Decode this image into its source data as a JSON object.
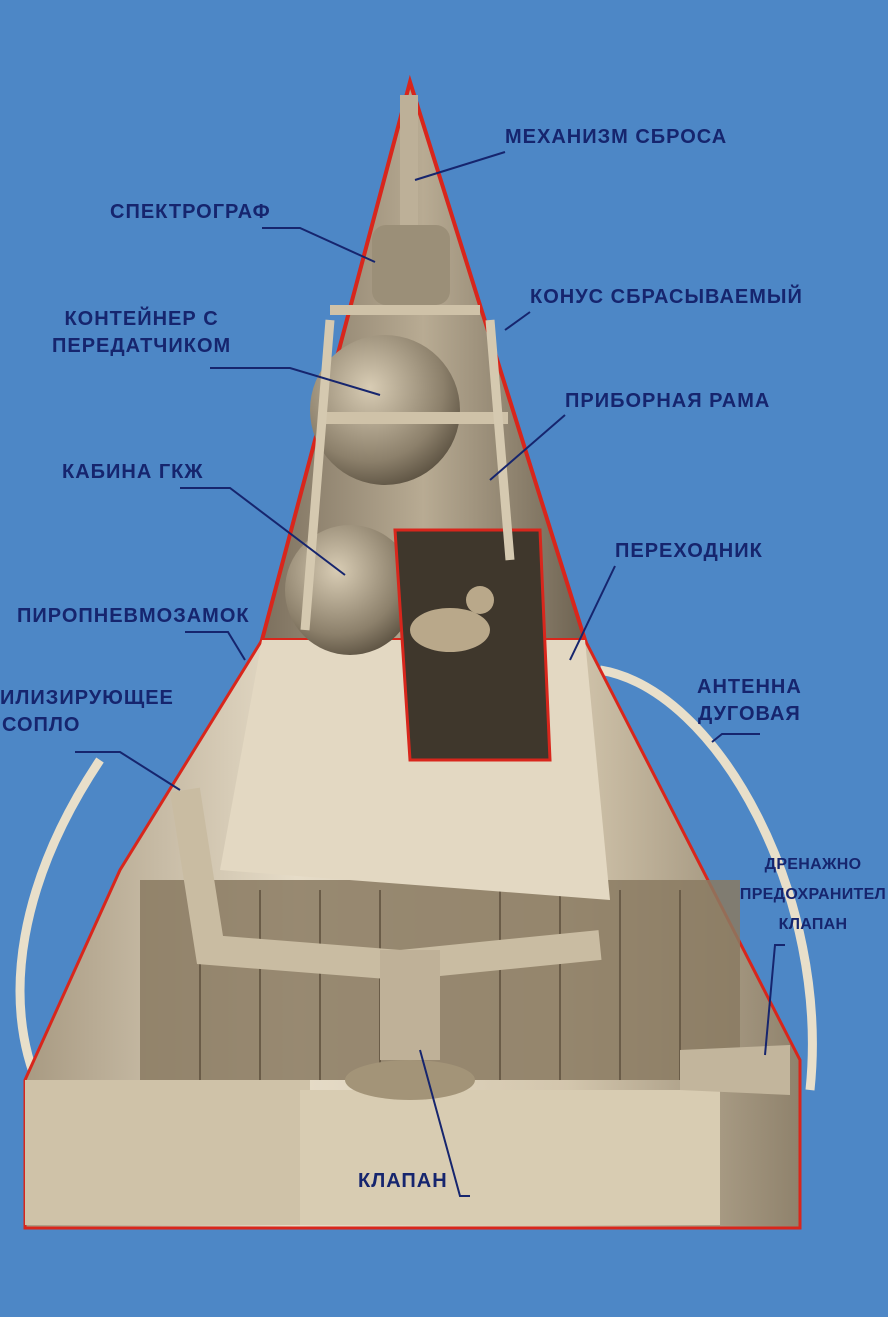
{
  "colors": {
    "background": "#4d87c6",
    "label_text": "#16256e",
    "cutaway_edge": "#d8261c",
    "hull": "#d9cdb6"
  },
  "labels": {
    "release_mechanism": "МЕХАНИЗМ СБРОСА",
    "spectrograph": "СПЕКТРОГРАФ",
    "jettisonable_cone": "КОНУС СБРАСЫВАЕМЫЙ",
    "transmitter_container": [
      "КОНТЕЙНЕР С",
      "ПЕРЕДАТЧИКОМ"
    ],
    "instrument_frame": "ПРИБОРНАЯ РАМА",
    "cabin": "КАБИНА ГКЖ",
    "adapter": "ПЕРЕХОДНИК",
    "pyro_lock": "ПИРОПНЕВМОЗАМОК",
    "stabilizing_nozzle": [
      "ИЛИЗИРУЮЩЕЕ",
      "СОПЛО"
    ],
    "arc_antenna": [
      "АНТЕННА",
      "ДУГОВАЯ"
    ],
    "relief_valve": [
      "ДРЕНАЖНО",
      "ПРЕДОХРАНИТЕЛ",
      "КЛАПАН"
    ],
    "valve": "КЛАПАН"
  }
}
